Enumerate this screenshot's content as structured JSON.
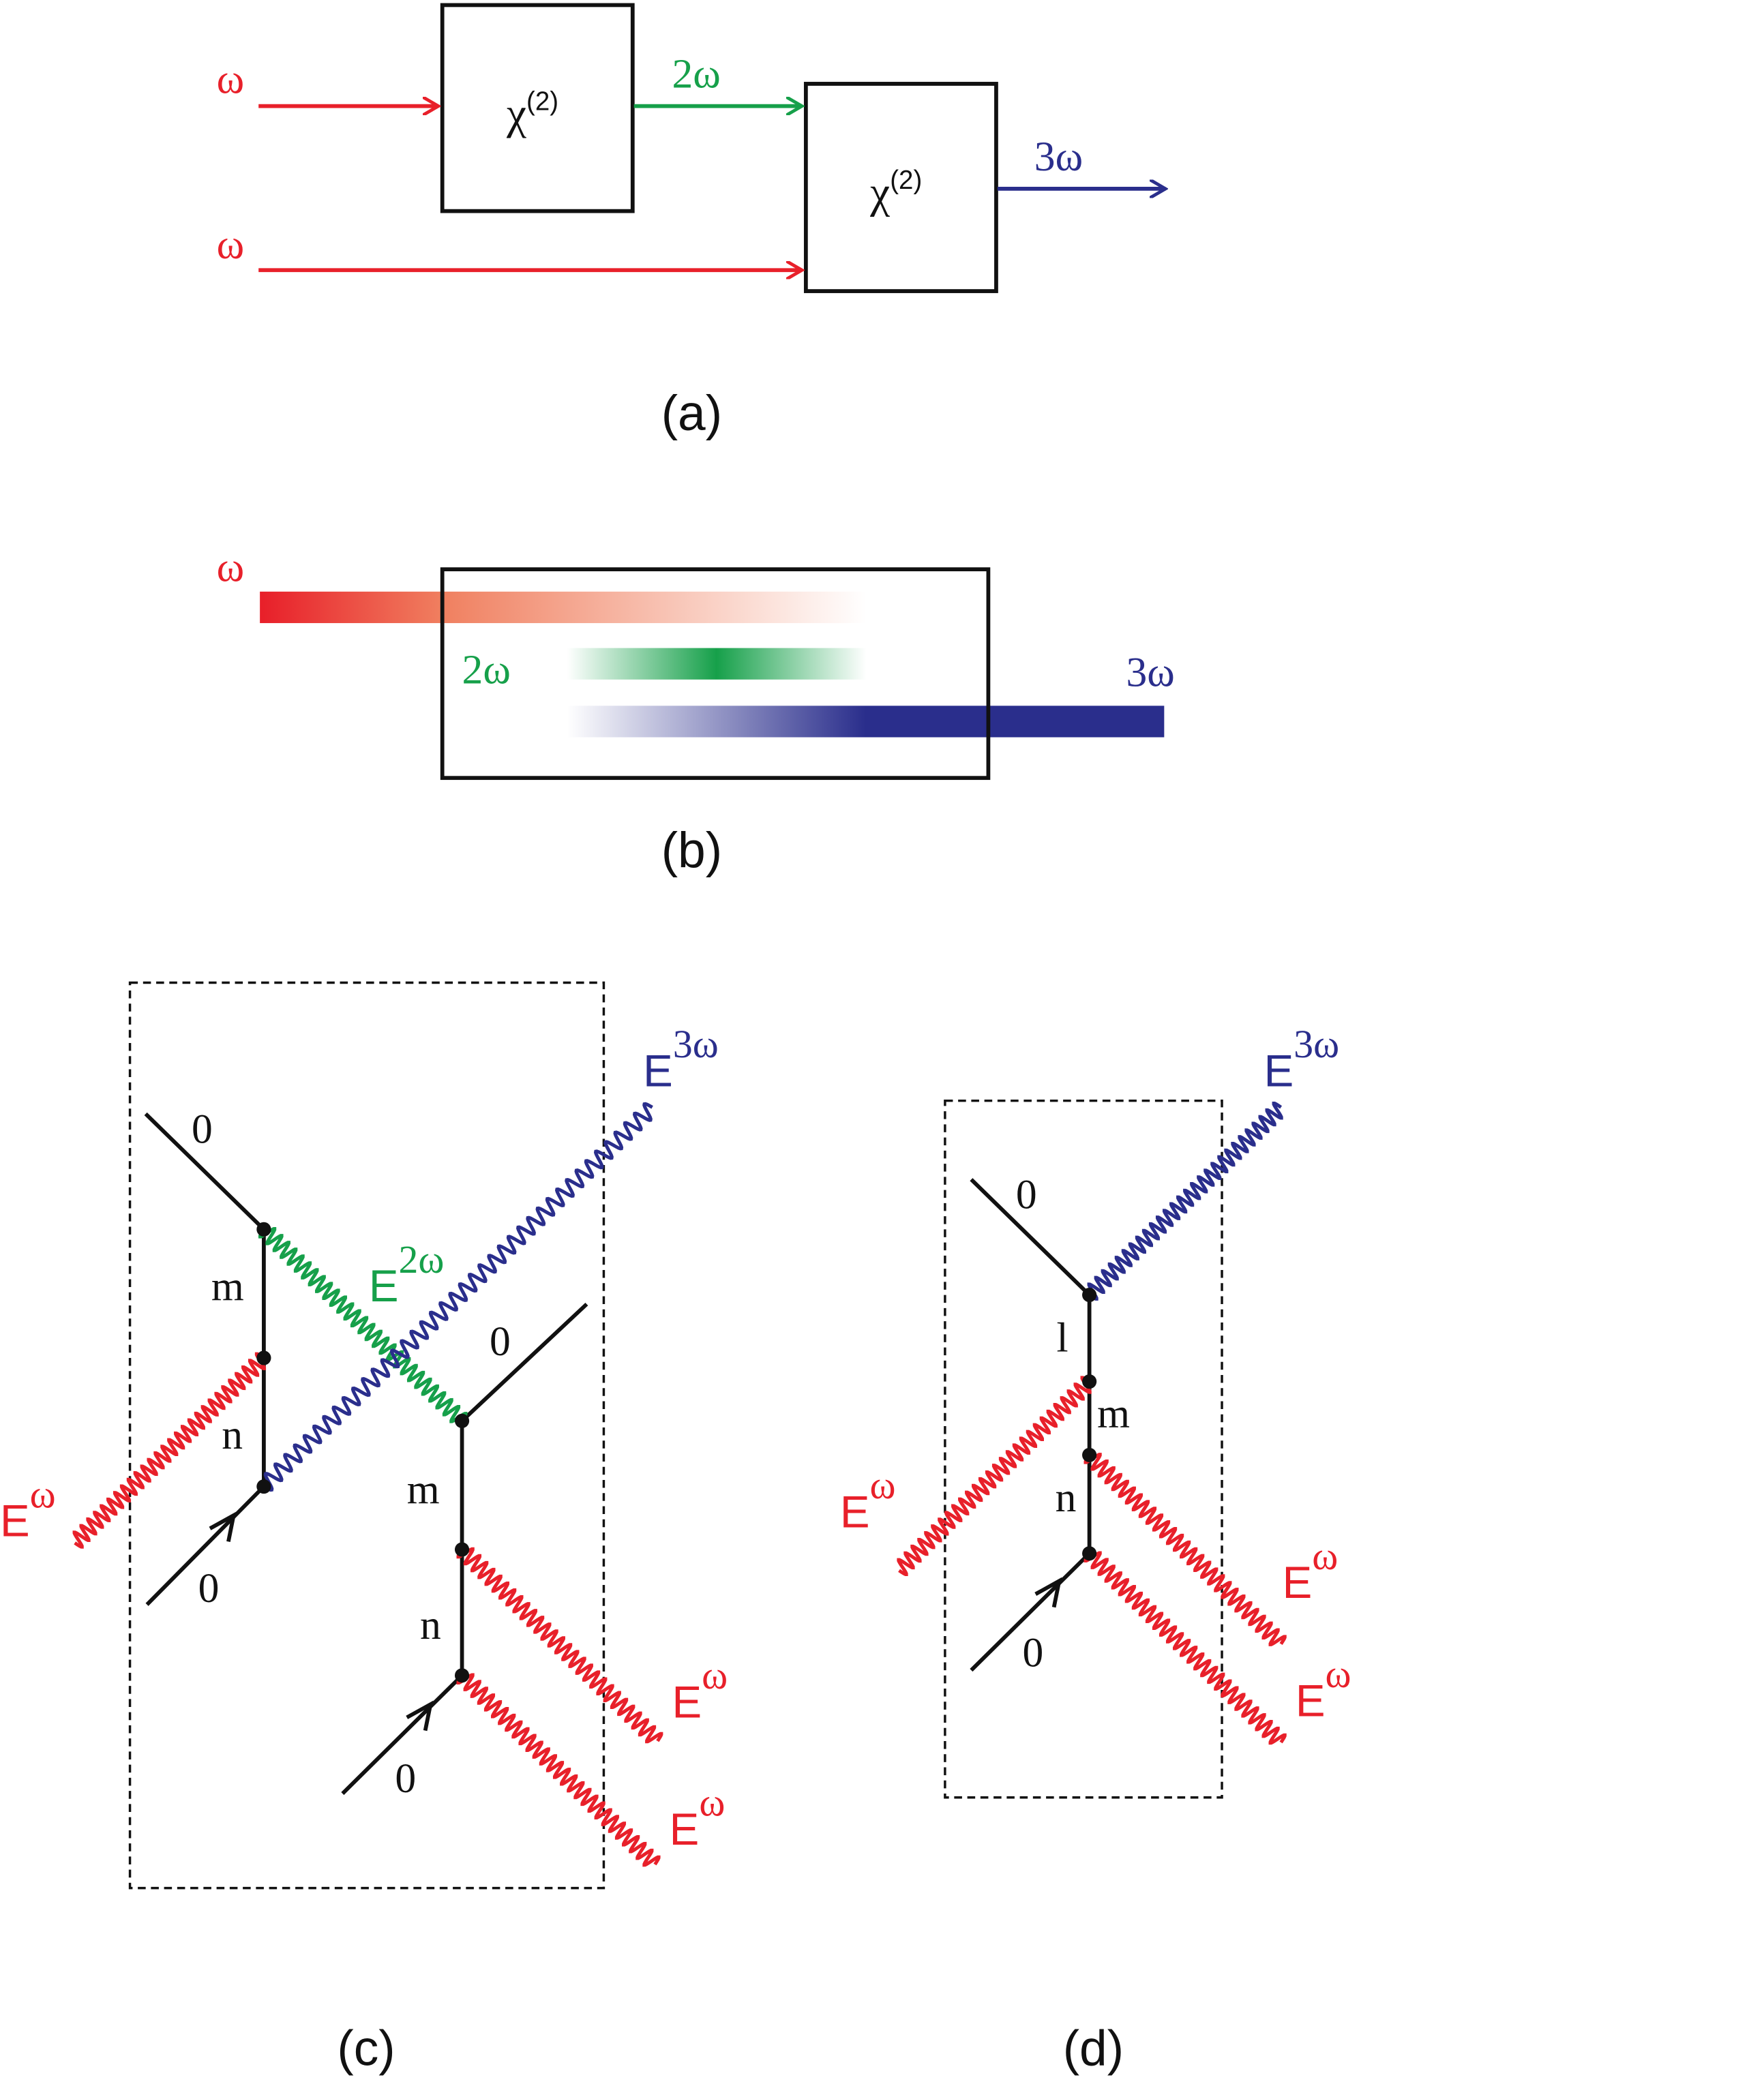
{
  "colors": {
    "red": "#e8202a",
    "green": "#16a04a",
    "blue": "#2a2e8c",
    "black": "#111111"
  },
  "panel_a": {
    "caption": "(a)",
    "input_top": "ω",
    "input_bottom": "ω",
    "box1_label": "χ",
    "box1_sup": "(2)",
    "mid_beam": "2ω",
    "box2_label": "χ",
    "box2_sup": "(2)",
    "output": "3ω"
  },
  "panel_b": {
    "caption": "(b)",
    "input": "ω",
    "mid_beam": "2ω",
    "output": "3ω"
  },
  "panel_c": {
    "caption": "(c)",
    "state_top_left": "0",
    "state_m_left": "m",
    "state_n_left": "n",
    "state_bottom_left": "0",
    "state_top_right": "0",
    "state_m_right": "m",
    "state_n_right": "n",
    "state_bottom_right": "0",
    "field_3w": "E",
    "field_3w_sup": "3ω",
    "field_2w": "E",
    "field_2w_sup": "2ω",
    "field_w_left": "E",
    "field_w_left_sup": "ω",
    "field_w_right1": "E",
    "field_w_right1_sup": "ω",
    "field_w_right2": "E",
    "field_w_right2_sup": "ω"
  },
  "panel_d": {
    "caption": "(d)",
    "state_top": "0",
    "state_l": "l",
    "state_m": "m",
    "state_n": "n",
    "state_bottom": "0",
    "field_3w": "E",
    "field_3w_sup": "3ω",
    "field_w_left": "E",
    "field_w_left_sup": "ω",
    "field_w_right1": "E",
    "field_w_right1_sup": "ω",
    "field_w_right2": "E",
    "field_w_right2_sup": "ω"
  }
}
